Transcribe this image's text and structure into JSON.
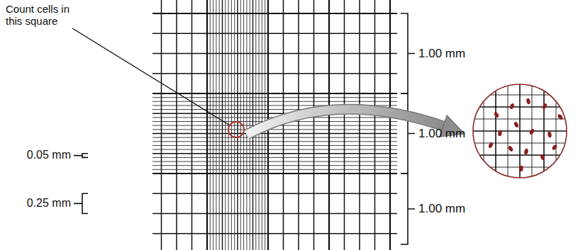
{
  "diagram": {
    "labels": [
      "Count cells in this square",
      "1.00 mm",
      "1.00 mm",
      "1.00 mm",
      "0.05 mm",
      "0.25 mm"
    ]
  }
}
